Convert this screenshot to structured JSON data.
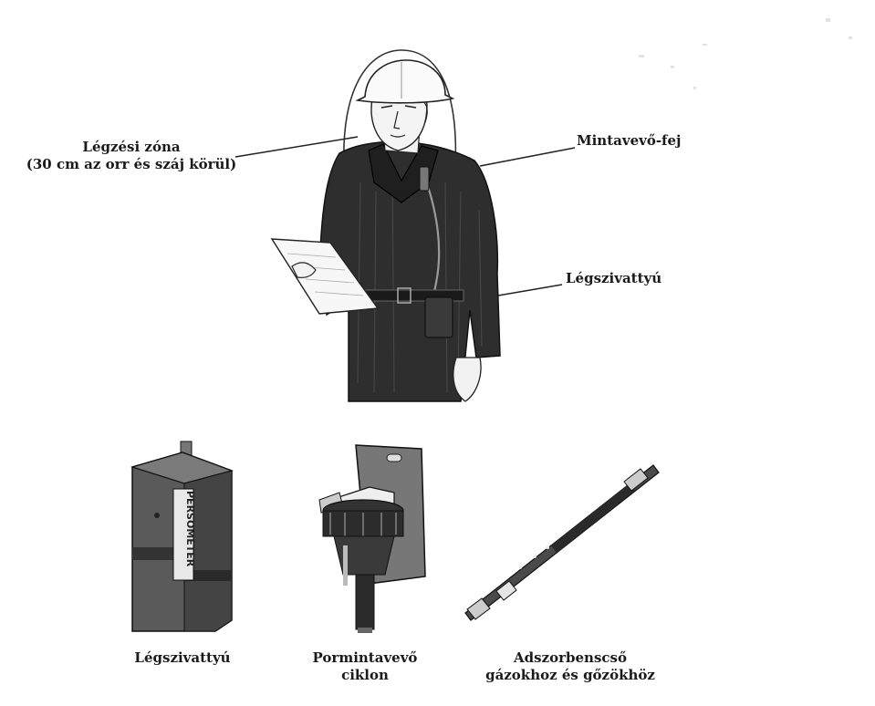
{
  "labels": {
    "breathing_zone": {
      "title": "Légzési zóna",
      "detail": "(30 cm az orr és száj körül)"
    },
    "sampling_head": "Mintavevő-fej",
    "air_pump_worn": "Légszivattyú",
    "pump_device_text": "PERSOMETER"
  },
  "captions": {
    "pump": "Légszivattyú",
    "cyclone_line1": "Pormintavevő",
    "cyclone_line2": "ciklon",
    "tube_line1": "Adszorbenscső",
    "tube_line2": "gázokhoz és gőzökhöz"
  },
  "colors": {
    "ink": "#1a1a1a",
    "jacket": "#2e2e2e",
    "device": "#555555"
  }
}
